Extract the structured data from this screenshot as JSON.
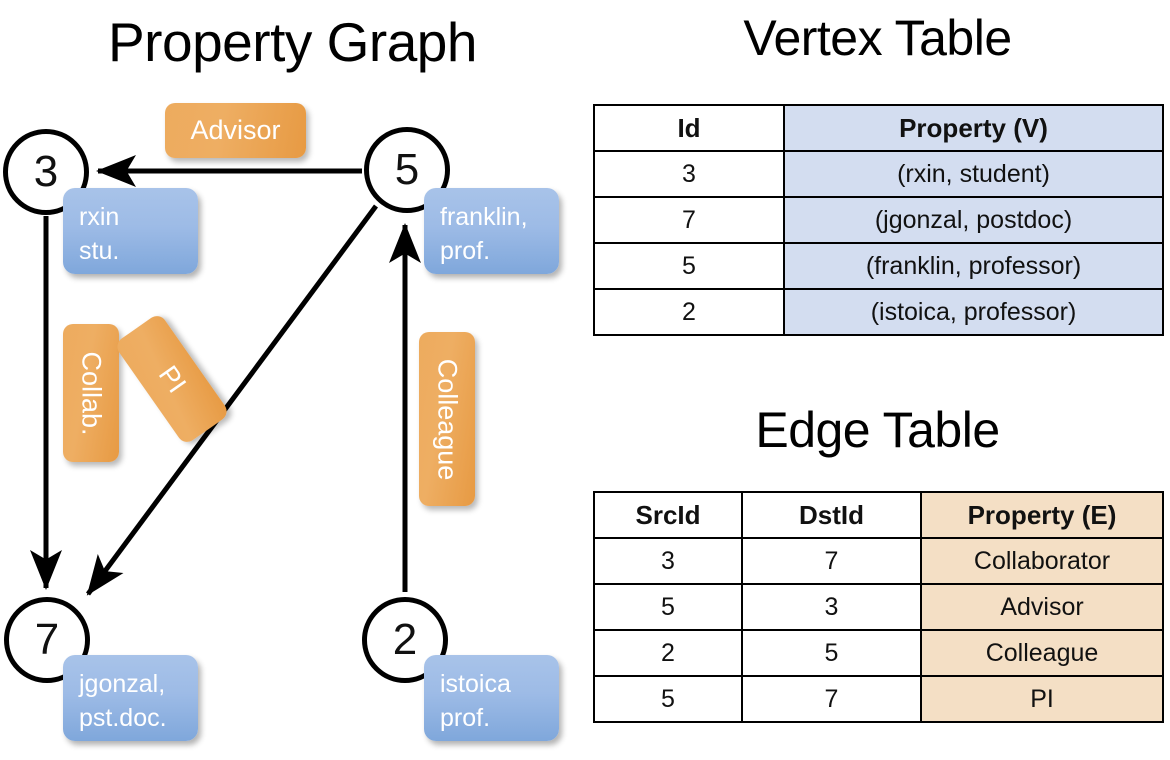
{
  "titles": {
    "property_graph": "Property Graph",
    "vertex_table": "Vertex Table",
    "edge_table": "Edge Table"
  },
  "graph": {
    "nodes": [
      {
        "id": "3",
        "property_line1": "rxin",
        "property_line2": "stu."
      },
      {
        "id": "5",
        "property_line1": "franklin,",
        "property_line2": "prof."
      },
      {
        "id": "7",
        "property_line1": "jgonzal,",
        "property_line2": "pst.doc."
      },
      {
        "id": "2",
        "property_line1": "istoica",
        "property_line2": "prof."
      }
    ],
    "edge_labels": {
      "advisor": "Advisor",
      "collab": "Collab.",
      "pi": "PI",
      "colleague": "Colleague"
    },
    "edges": [
      {
        "from": "5",
        "to": "3",
        "label": "Advisor"
      },
      {
        "from": "3",
        "to": "7",
        "label": "Collab."
      },
      {
        "from": "5",
        "to": "7",
        "label": "PI"
      },
      {
        "from": "2",
        "to": "5",
        "label": "Colleague"
      }
    ]
  },
  "vertex_table": {
    "headers": [
      "Id",
      "Property (V)"
    ],
    "rows": [
      {
        "id": "3",
        "property": "(rxin, student)"
      },
      {
        "id": "7",
        "property": "(jgonzal, postdoc)"
      },
      {
        "id": "5",
        "property": "(franklin, professor)"
      },
      {
        "id": "2",
        "property": "(istoica, professor)"
      }
    ]
  },
  "edge_table": {
    "headers": [
      "SrcId",
      "DstId",
      "Property (E)"
    ],
    "rows": [
      {
        "src": "3",
        "dst": "7",
        "property": "Collaborator"
      },
      {
        "src": "5",
        "dst": "3",
        "property": "Advisor"
      },
      {
        "src": "2",
        "dst": "5",
        "property": "Colleague"
      },
      {
        "src": "5",
        "dst": "7",
        "property": "PI"
      }
    ]
  },
  "colors": {
    "vertex_property_fill": "#d3ddf0",
    "edge_property_fill": "#f4dfc5",
    "node_property_box": "#9dbbe6",
    "edge_label_box": "#eeae63",
    "stroke": "#000000"
  }
}
